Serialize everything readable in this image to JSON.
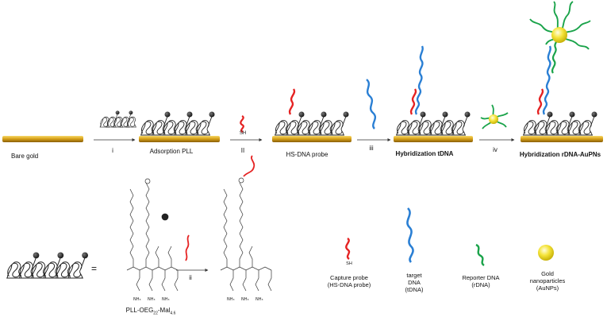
{
  "top": {
    "stages": [
      {
        "label": "Bare gold"
      },
      {
        "label": "Adsorption PLL"
      },
      {
        "label": "HS-DNA probe"
      },
      {
        "label": "Hybridization tDNA"
      },
      {
        "label": "Hybridization rDNA-AuPNs"
      }
    ],
    "steps": [
      "i",
      "II",
      "iii",
      "iv"
    ],
    "sh": "SH"
  },
  "bottom": {
    "equals": "=",
    "step_label": "ii",
    "polymer_name": "PLL-OEG",
    "polymer_sub1": "22",
    "polymer_mid": "-Mal",
    "polymer_sub2": "4.6",
    "legend": [
      {
        "line1": "Capture probe",
        "line2": "(HS-DNA probe)",
        "color": "#e52222"
      },
      {
        "line1": "target",
        "line2": "DNA",
        "line3": "(tDNA)",
        "color": "#2a7fd4"
      },
      {
        "line1": "Reporter DNA",
        "line2": "(rDNA)",
        "color": "#1aa34a"
      },
      {
        "line1": "Gold",
        "line2": "nanoparticles",
        "line3": "(AuNPs)",
        "color": "#f2e21c"
      }
    ],
    "sh": "SH"
  },
  "colors": {
    "gold": "#d9a31a",
    "probe": "#e52222",
    "target": "#2a7fd4",
    "reporter": "#1aa34a",
    "np": "#f5e43a"
  }
}
